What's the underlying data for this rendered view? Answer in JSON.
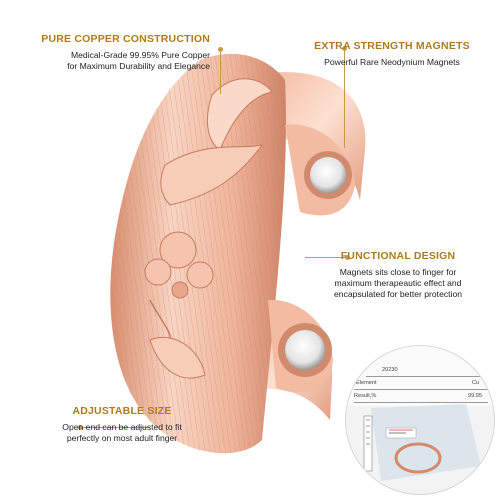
{
  "callouts": {
    "pure_copper": {
      "title": "PURE COPPER CONSTRUCTION",
      "line1": "Medical-Grade 99.95% Pure Copper",
      "line2": "for Maximum Durability and Elegance"
    },
    "extra_strength": {
      "title": "EXTRA STRENGTH MAGNETS",
      "line1": "Powerful Rare Neodynium Magnets"
    },
    "functional": {
      "title": "FUNCTIONAL DESIGN",
      "line1": "Magnets sits close to finger for",
      "line2": "maximum therapeautic effect and",
      "line3": "encapsulated for better protection"
    },
    "adjustable": {
      "title": "ADJUSTABLE SIZE",
      "line1": "Open end can be adjusted to fit",
      "line2": "perfectly on most adult  finger"
    }
  },
  "inset_report": {
    "header": "20230",
    "element_label": "Element",
    "element_value": "Cu",
    "result_label": "Result,%",
    "result_value": "99.95"
  },
  "colors": {
    "title_gold": "#b07a1a",
    "copper_light": "#f6c7b0",
    "copper_mid": "#e9a68a",
    "copper_dark": "#c77a5f"
  }
}
